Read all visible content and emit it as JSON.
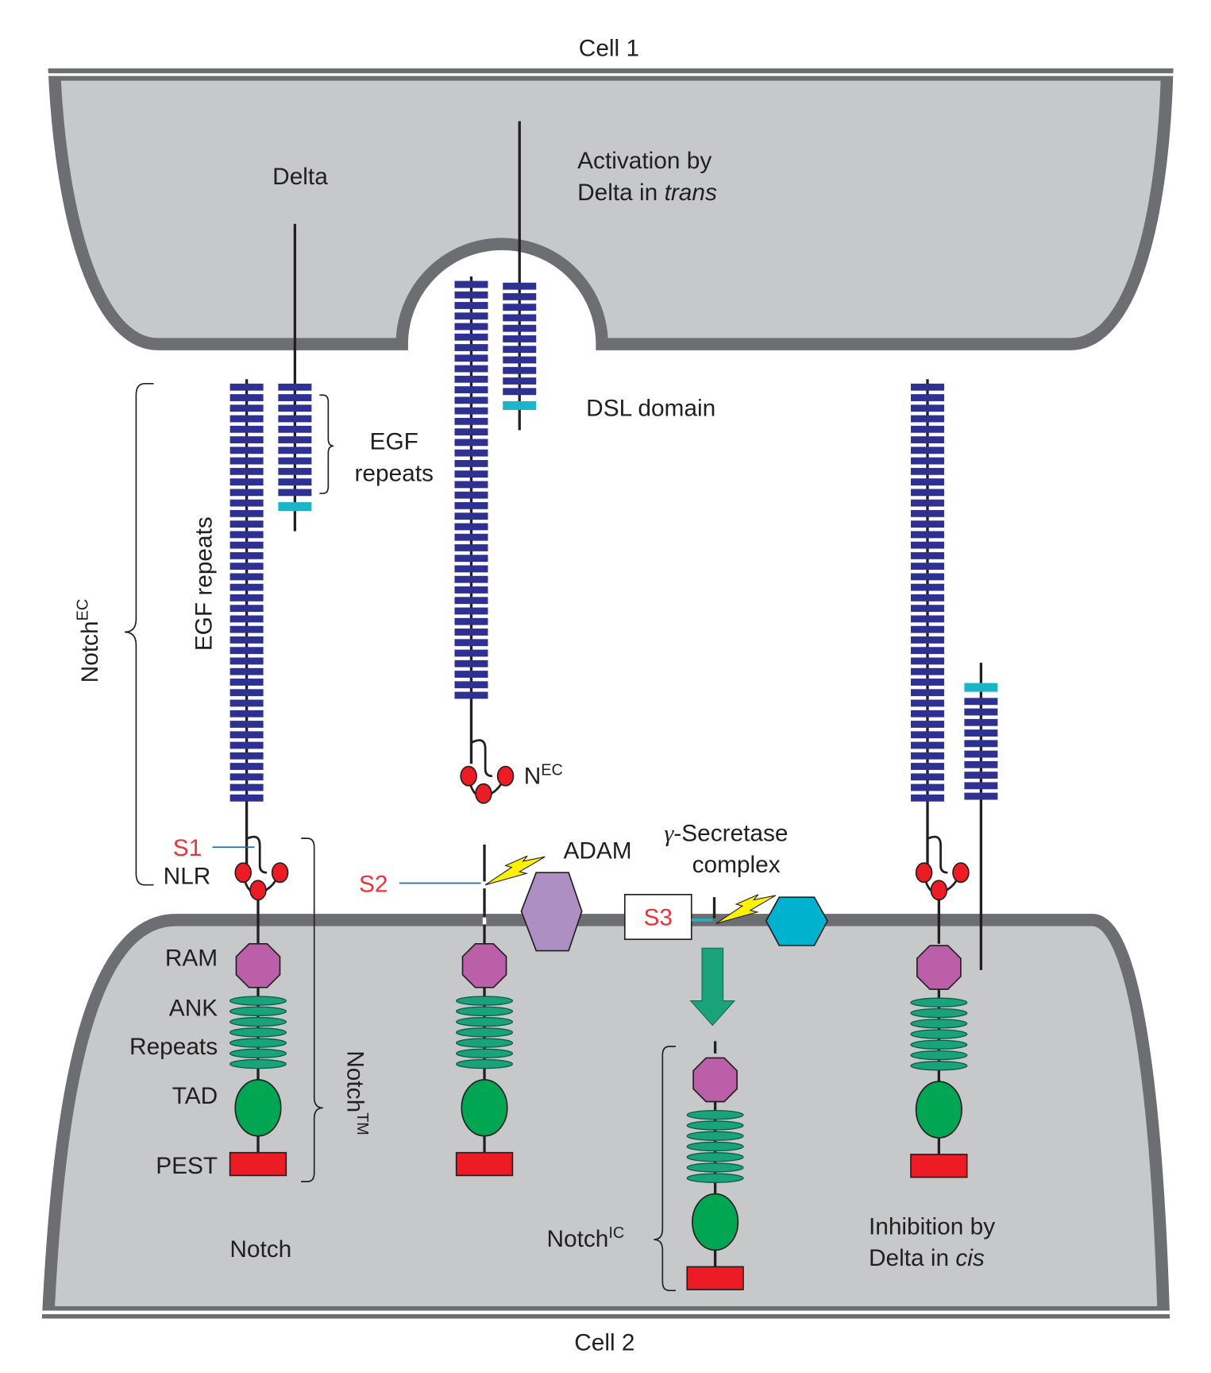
{
  "labels": {
    "cell1": "Cell 1",
    "cell2": "Cell 2",
    "delta": "Delta",
    "activation_line1": "Activation by",
    "activation_line2_prefix": "Delta in ",
    "activation_line2_italic": "trans",
    "dsl_domain": "DSL domain",
    "egf_repeats_line1": "EGF",
    "egf_repeats_line2": "repeats",
    "egf_repeats_vertical": "EGF repeats",
    "notch_ec": "Notch",
    "notch_ec_sup": "EC",
    "n_ec": "N",
    "n_ec_sup": "EC",
    "s1": "S1",
    "nlr": "NLR",
    "s2": "S2",
    "adam": "ADAM",
    "gamma_line1_symbol": "γ",
    "gamma_line1": "-Secretase",
    "gamma_line2": "complex",
    "s3": "S3",
    "ram": "RAM",
    "ank": "ANK",
    "repeats": "Repeats",
    "tad": "TAD",
    "pest": "PEST",
    "notch_tm": "Notch",
    "notch_tm_sup": "TM",
    "notch": "Notch",
    "notch_ic": "Notch",
    "notch_ic_sup": "IC",
    "inhibition_line1": "Inhibition by",
    "inhibition_line2_prefix": "Delta in ",
    "inhibition_line2_italic": "cis"
  },
  "colors": {
    "cell_fill": "#c7c8ca",
    "membrane": "#6d6e71",
    "egf": "#2e3192",
    "dsl": "#1cb5c8",
    "nrr": "#ed1c24",
    "ram": "#bb5fa8",
    "ank": "#1aa37a",
    "tad": "#00a651",
    "pest": "#ed1c24",
    "adam": "#ad8fc4",
    "gamma_secretase": "#00b2cd",
    "cleavage_bolt": "#fff200",
    "cleavage_label": "#e8343b"
  }
}
